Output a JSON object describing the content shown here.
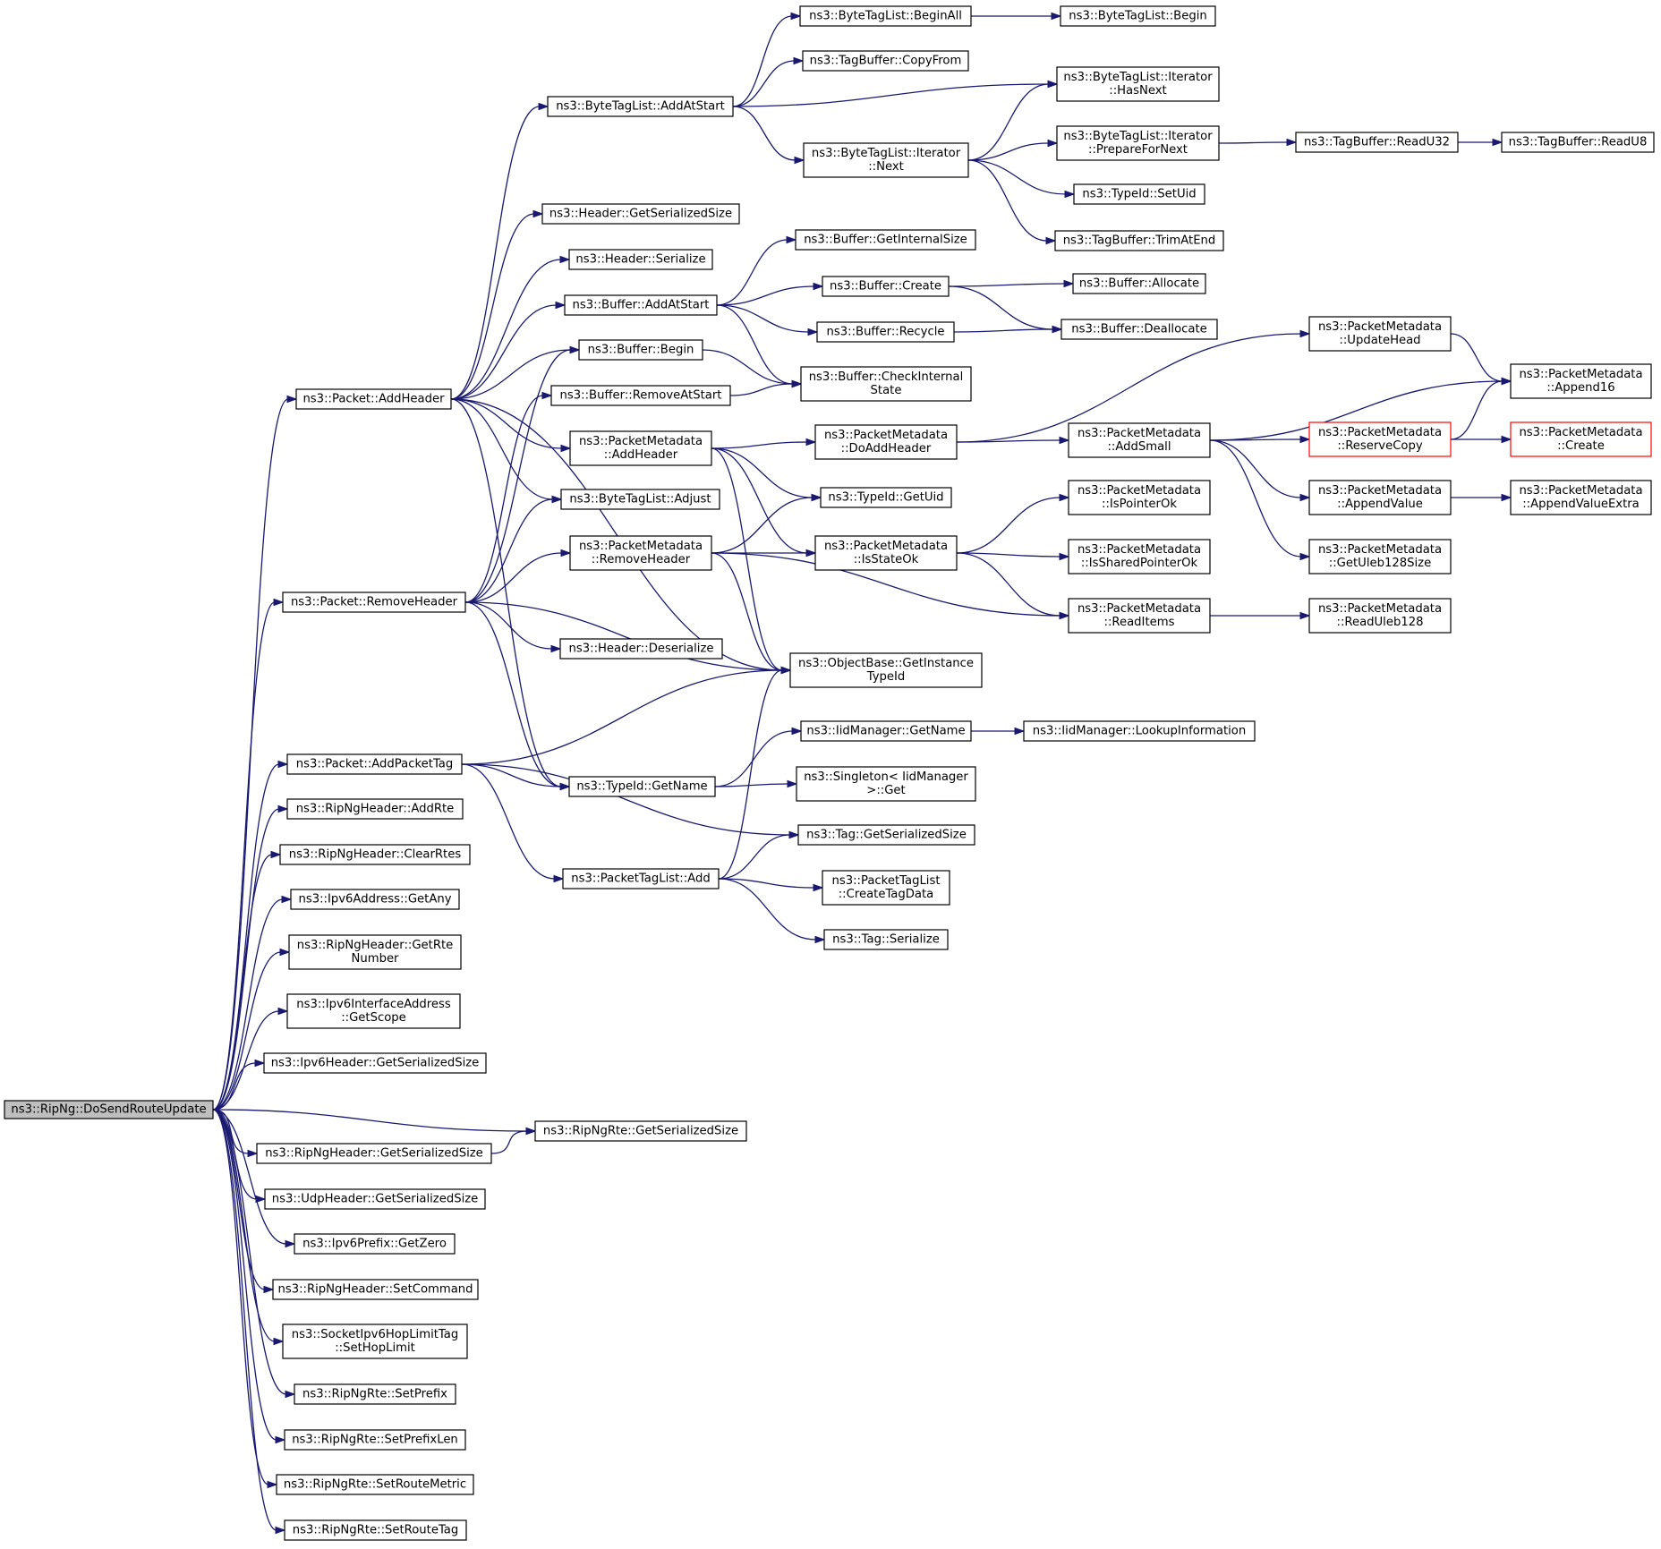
{
  "colors": {
    "edge": "#191970",
    "root_fill": "#bfbfbf",
    "truncated_border": "#ff0000",
    "border": "#000000"
  },
  "nodes": {
    "root": [
      "ns3::RipNg::DoSendRouteUpdate"
    ],
    "pkt_addheader": [
      "ns3::Packet::AddHeader"
    ],
    "pkt_removeheader": [
      "ns3::Packet::RemoveHeader"
    ],
    "pkt_addpackettag": [
      "ns3::Packet::AddPacketTag"
    ],
    "hdr_addrte": [
      "ns3::RipNgHeader::AddRte"
    ],
    "hdr_clearrtes": [
      "ns3::RipNgHeader::ClearRtes"
    ],
    "ipv6addr_getany": [
      "ns3::Ipv6Address::GetAny"
    ],
    "hdr_getrtenumber": [
      "ns3::RipNgHeader::GetRte",
      "Number"
    ],
    "ipv6if_getscope": [
      "ns3::Ipv6InterfaceAddress",
      "::GetScope"
    ],
    "ipv6hdr_getsersize": [
      "ns3::Ipv6Header::GetSerializedSize"
    ],
    "riphdr_getsersize": [
      "ns3::RipNgHeader::GetSerializedSize"
    ],
    "udphdr_getsersize": [
      "ns3::UdpHeader::GetSerializedSize"
    ],
    "prefix_getzero": [
      "ns3::Ipv6Prefix::GetZero"
    ],
    "hdr_setcommand": [
      "ns3::RipNgHeader::SetCommand"
    ],
    "hoplimit_set": [
      "ns3::SocketIpv6HopLimitTag",
      "::SetHopLimit"
    ],
    "rte_setprefix": [
      "ns3::RipNgRte::SetPrefix"
    ],
    "rte_setprefixlen": [
      "ns3::RipNgRte::SetPrefixLen"
    ],
    "rte_setroutemetric": [
      "ns3::RipNgRte::SetRouteMetric"
    ],
    "rte_setroutetag": [
      "ns3::RipNgRte::SetRouteTag"
    ],
    "rte_getsersize": [
      "ns3::RipNgRte::GetSerializedSize"
    ],
    "btl_addatstart": [
      "ns3::ByteTagList::AddAtStart"
    ],
    "header_getsersize": [
      "ns3::Header::GetSerializedSize"
    ],
    "header_serialize": [
      "ns3::Header::Serialize"
    ],
    "buf_addatstart": [
      "ns3::Buffer::AddAtStart"
    ],
    "buf_begin": [
      "ns3::Buffer::Begin"
    ],
    "buf_removeatstart": [
      "ns3::Buffer::RemoveAtStart"
    ],
    "pm_addheader": [
      "ns3::PacketMetadata",
      "::AddHeader"
    ],
    "btl_adjust": [
      "ns3::ByteTagList::Adjust"
    ],
    "pm_removeheader": [
      "ns3::PacketMetadata",
      "::RemoveHeader"
    ],
    "header_deserialize": [
      "ns3::Header::Deserialize"
    ],
    "typeid_getname": [
      "ns3::TypeId::GetName"
    ],
    "ptl_add": [
      "ns3::PacketTagList::Add"
    ],
    "btl_beginall": [
      "ns3::ByteTagList::BeginAll"
    ],
    "tagbuf_copyfrom": [
      "ns3::TagBuffer::CopyFrom"
    ],
    "btl_iter_next": [
      "ns3::ByteTagList::Iterator",
      "::Next"
    ],
    "buf_getinternalsize": [
      "ns3::Buffer::GetInternalSize"
    ],
    "buf_create": [
      "ns3::Buffer::Create"
    ],
    "buf_recycle": [
      "ns3::Buffer::Recycle"
    ],
    "buf_checkinternal": [
      "ns3::Buffer::CheckInternal",
      "State"
    ],
    "pm_doaddheader": [
      "ns3::PacketMetadata",
      "::DoAddHeader"
    ],
    "typeid_getuid": [
      "ns3::TypeId::GetUid"
    ],
    "pm_isstateok": [
      "ns3::PacketMetadata",
      "::IsStateOk"
    ],
    "objbase_getinstancetypeid": [
      "ns3::ObjectBase::GetInstance",
      "TypeId"
    ],
    "iid_getname": [
      "ns3::IidManager::GetName"
    ],
    "singleton_get": [
      "ns3::Singleton< IidManager",
      ">::Get"
    ],
    "tag_getsersize": [
      "ns3::Tag::GetSerializedSize"
    ],
    "ptl_createtagdata": [
      "ns3::PacketTagList",
      "::CreateTagData"
    ],
    "tag_serialize": [
      "ns3::Tag::Serialize"
    ],
    "btl_begin": [
      "ns3::ByteTagList::Begin"
    ],
    "btl_iter_hasnext": [
      "ns3::ByteTagList::Iterator",
      "::HasNext"
    ],
    "btl_iter_preparefornext": [
      "ns3::ByteTagList::Iterator",
      "::PrepareForNext"
    ],
    "typeid_setuid": [
      "ns3::TypeId::SetUid"
    ],
    "tagbuf_trimatend": [
      "ns3::TagBuffer::TrimAtEnd"
    ],
    "buf_allocate": [
      "ns3::Buffer::Allocate"
    ],
    "buf_deallocate": [
      "ns3::Buffer::Deallocate"
    ],
    "pm_addsmall": [
      "ns3::PacketMetadata",
      "::AddSmall"
    ],
    "pm_ispointerok": [
      "ns3::PacketMetadata",
      "::IsPointerOk"
    ],
    "pm_issharedpointerok": [
      "ns3::PacketMetadata",
      "::IsSharedPointerOk"
    ],
    "pm_readitems": [
      "ns3::PacketMetadata",
      "::ReadItems"
    ],
    "iid_lookupinformation": [
      "ns3::IidManager::LookupInformation"
    ],
    "tagbuf_readu32": [
      "ns3::TagBuffer::ReadU32"
    ],
    "pm_updatehead": [
      "ns3::PacketMetadata",
      "::UpdateHead"
    ],
    "pm_reservecopy": [
      "ns3::PacketMetadata",
      "::ReserveCopy"
    ],
    "pm_appendvalue": [
      "ns3::PacketMetadata",
      "::AppendValue"
    ],
    "pm_getuleb128size": [
      "ns3::PacketMetadata",
      "::GetUleb128Size"
    ],
    "pm_readuleb128": [
      "ns3::PacketMetadata",
      "::ReadUleb128"
    ],
    "tagbuf_readu8": [
      "ns3::TagBuffer::ReadU8"
    ],
    "pm_append16": [
      "ns3::PacketMetadata",
      "::Append16"
    ],
    "pm_create": [
      "ns3::PacketMetadata",
      "::Create"
    ],
    "pm_appendvalueextra": [
      "ns3::PacketMetadata",
      "::AppendValueExtra"
    ]
  }
}
